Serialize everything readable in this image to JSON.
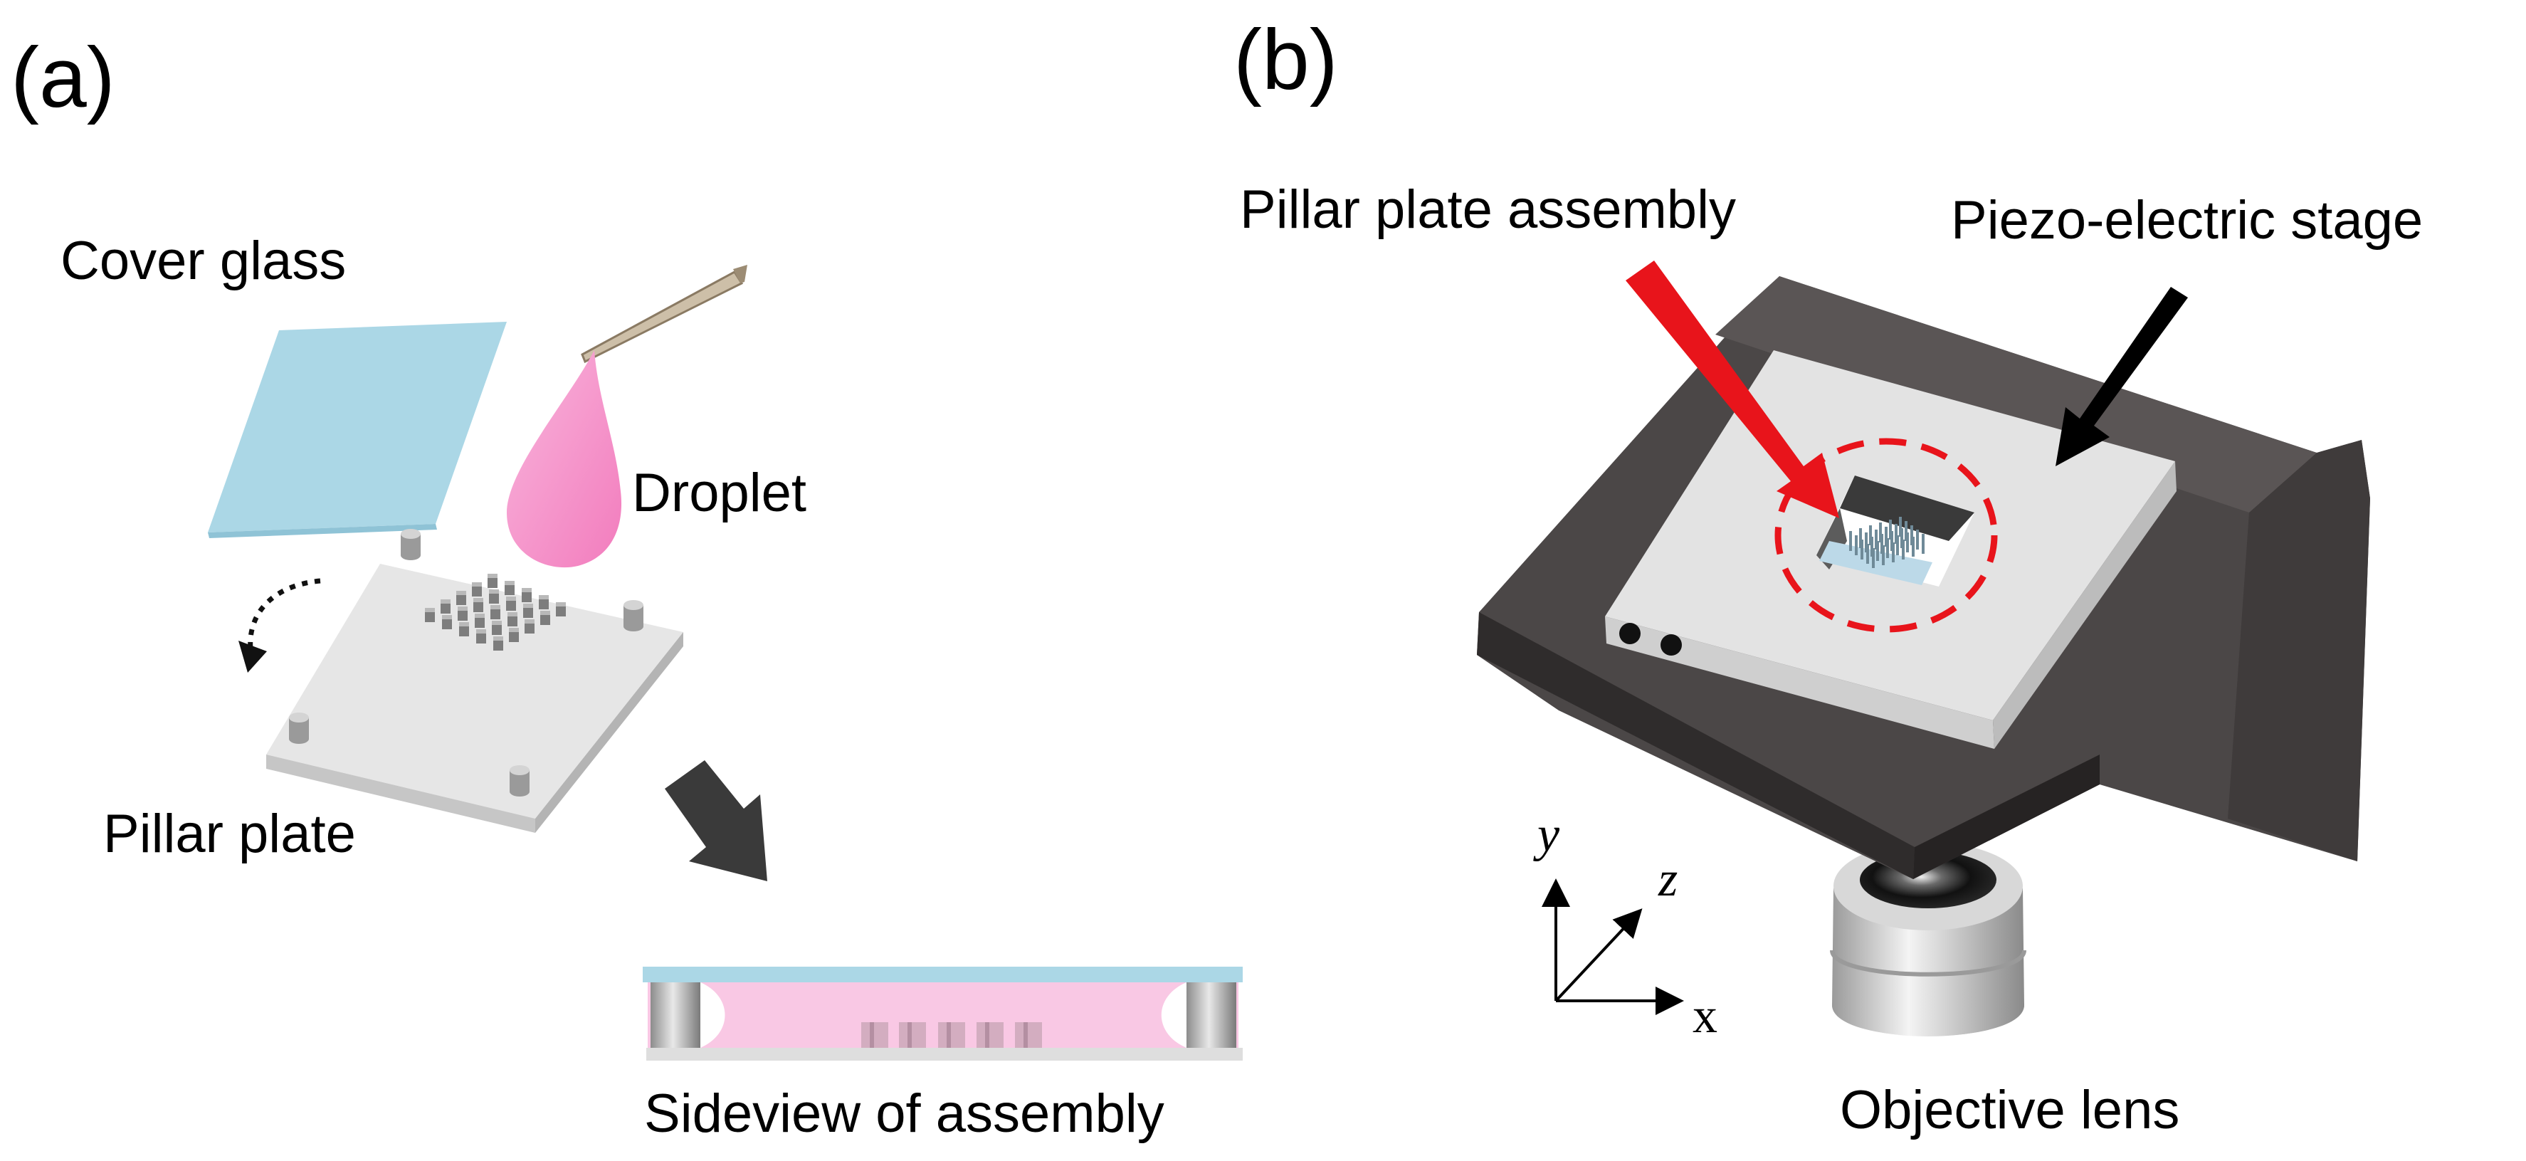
{
  "panels": {
    "a": {
      "label": "(a)",
      "labels": {
        "cover_glass": "Cover glass",
        "droplet": "Droplet",
        "pillar_plate": "Pillar plate",
        "sideview": "Sideview of assembly"
      }
    },
    "b": {
      "label": "(b)",
      "labels": {
        "pillar_plate_assembly": "Pillar plate assembly",
        "piezo_stage": "Piezo-electric stage",
        "objective_lens": "Objective lens"
      },
      "axes": {
        "x": "x",
        "y": "y",
        "z": "z"
      }
    }
  },
  "colors": {
    "cover_glass": "#abd7e6",
    "droplet": "#f68cc6",
    "droplet_fill_side": "#f9c8e4",
    "plate": "#e6e6e6",
    "stage_dark": "#4b4747",
    "stage_top": "#e3e3e3",
    "red_arrow": "#e8141b",
    "dark_arrow": "#3a3a3a"
  },
  "icons": [
    "pipette-icon",
    "curved-dotted-arrow-icon",
    "down-right-arrow-icon",
    "red-arrow-icon",
    "black-arrow-icon",
    "axes-icon"
  ]
}
